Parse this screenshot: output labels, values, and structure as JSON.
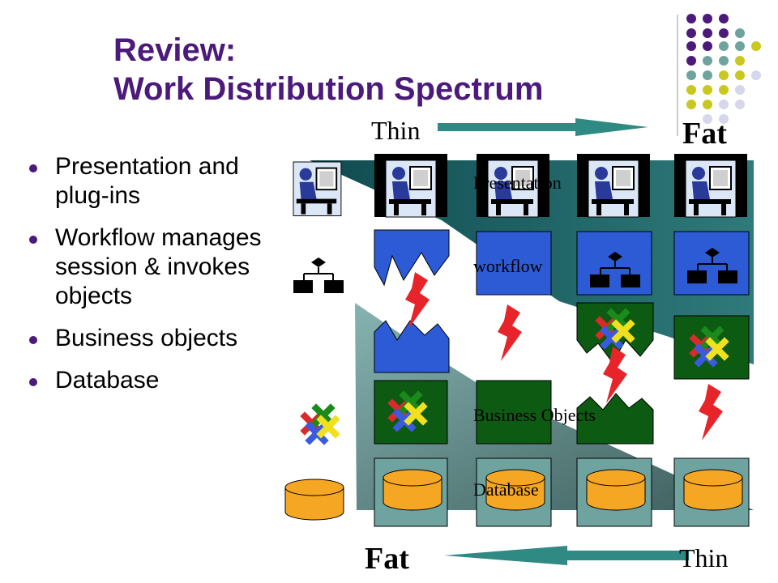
{
  "title": {
    "line1": "Review:",
    "line2": "Work Distribution Spectrum"
  },
  "bullets": [
    "Presentation and plug-ins",
    "Workflow manages session & invokes objects",
    "Business objects",
    "Database"
  ],
  "diagram": {
    "top_left_label": "Thin",
    "top_right_label": "Fat",
    "bottom_left_label": "Fat",
    "bottom_right_label": "Thin",
    "layers": {
      "presentation": "Presentation",
      "workflow": "workflow",
      "business_objects": "Business Objects",
      "database": "Database"
    }
  },
  "colors": {
    "title": "#4b1a7a",
    "bullet": "#4b1a7a",
    "arrow": "#2f8a84",
    "dark_green_cell": "#0d5a12",
    "blue_cell": "#2d5bd6",
    "db_orange": "#f5a623",
    "fat_panel": "#1a5a5a",
    "thin_panel": "#6fa3a0",
    "dot_purple": "#4b1a7a",
    "dot_teal": "#6fa3a0",
    "dot_olive": "#c8c81e",
    "dot_lavender": "#d6d6ec"
  }
}
